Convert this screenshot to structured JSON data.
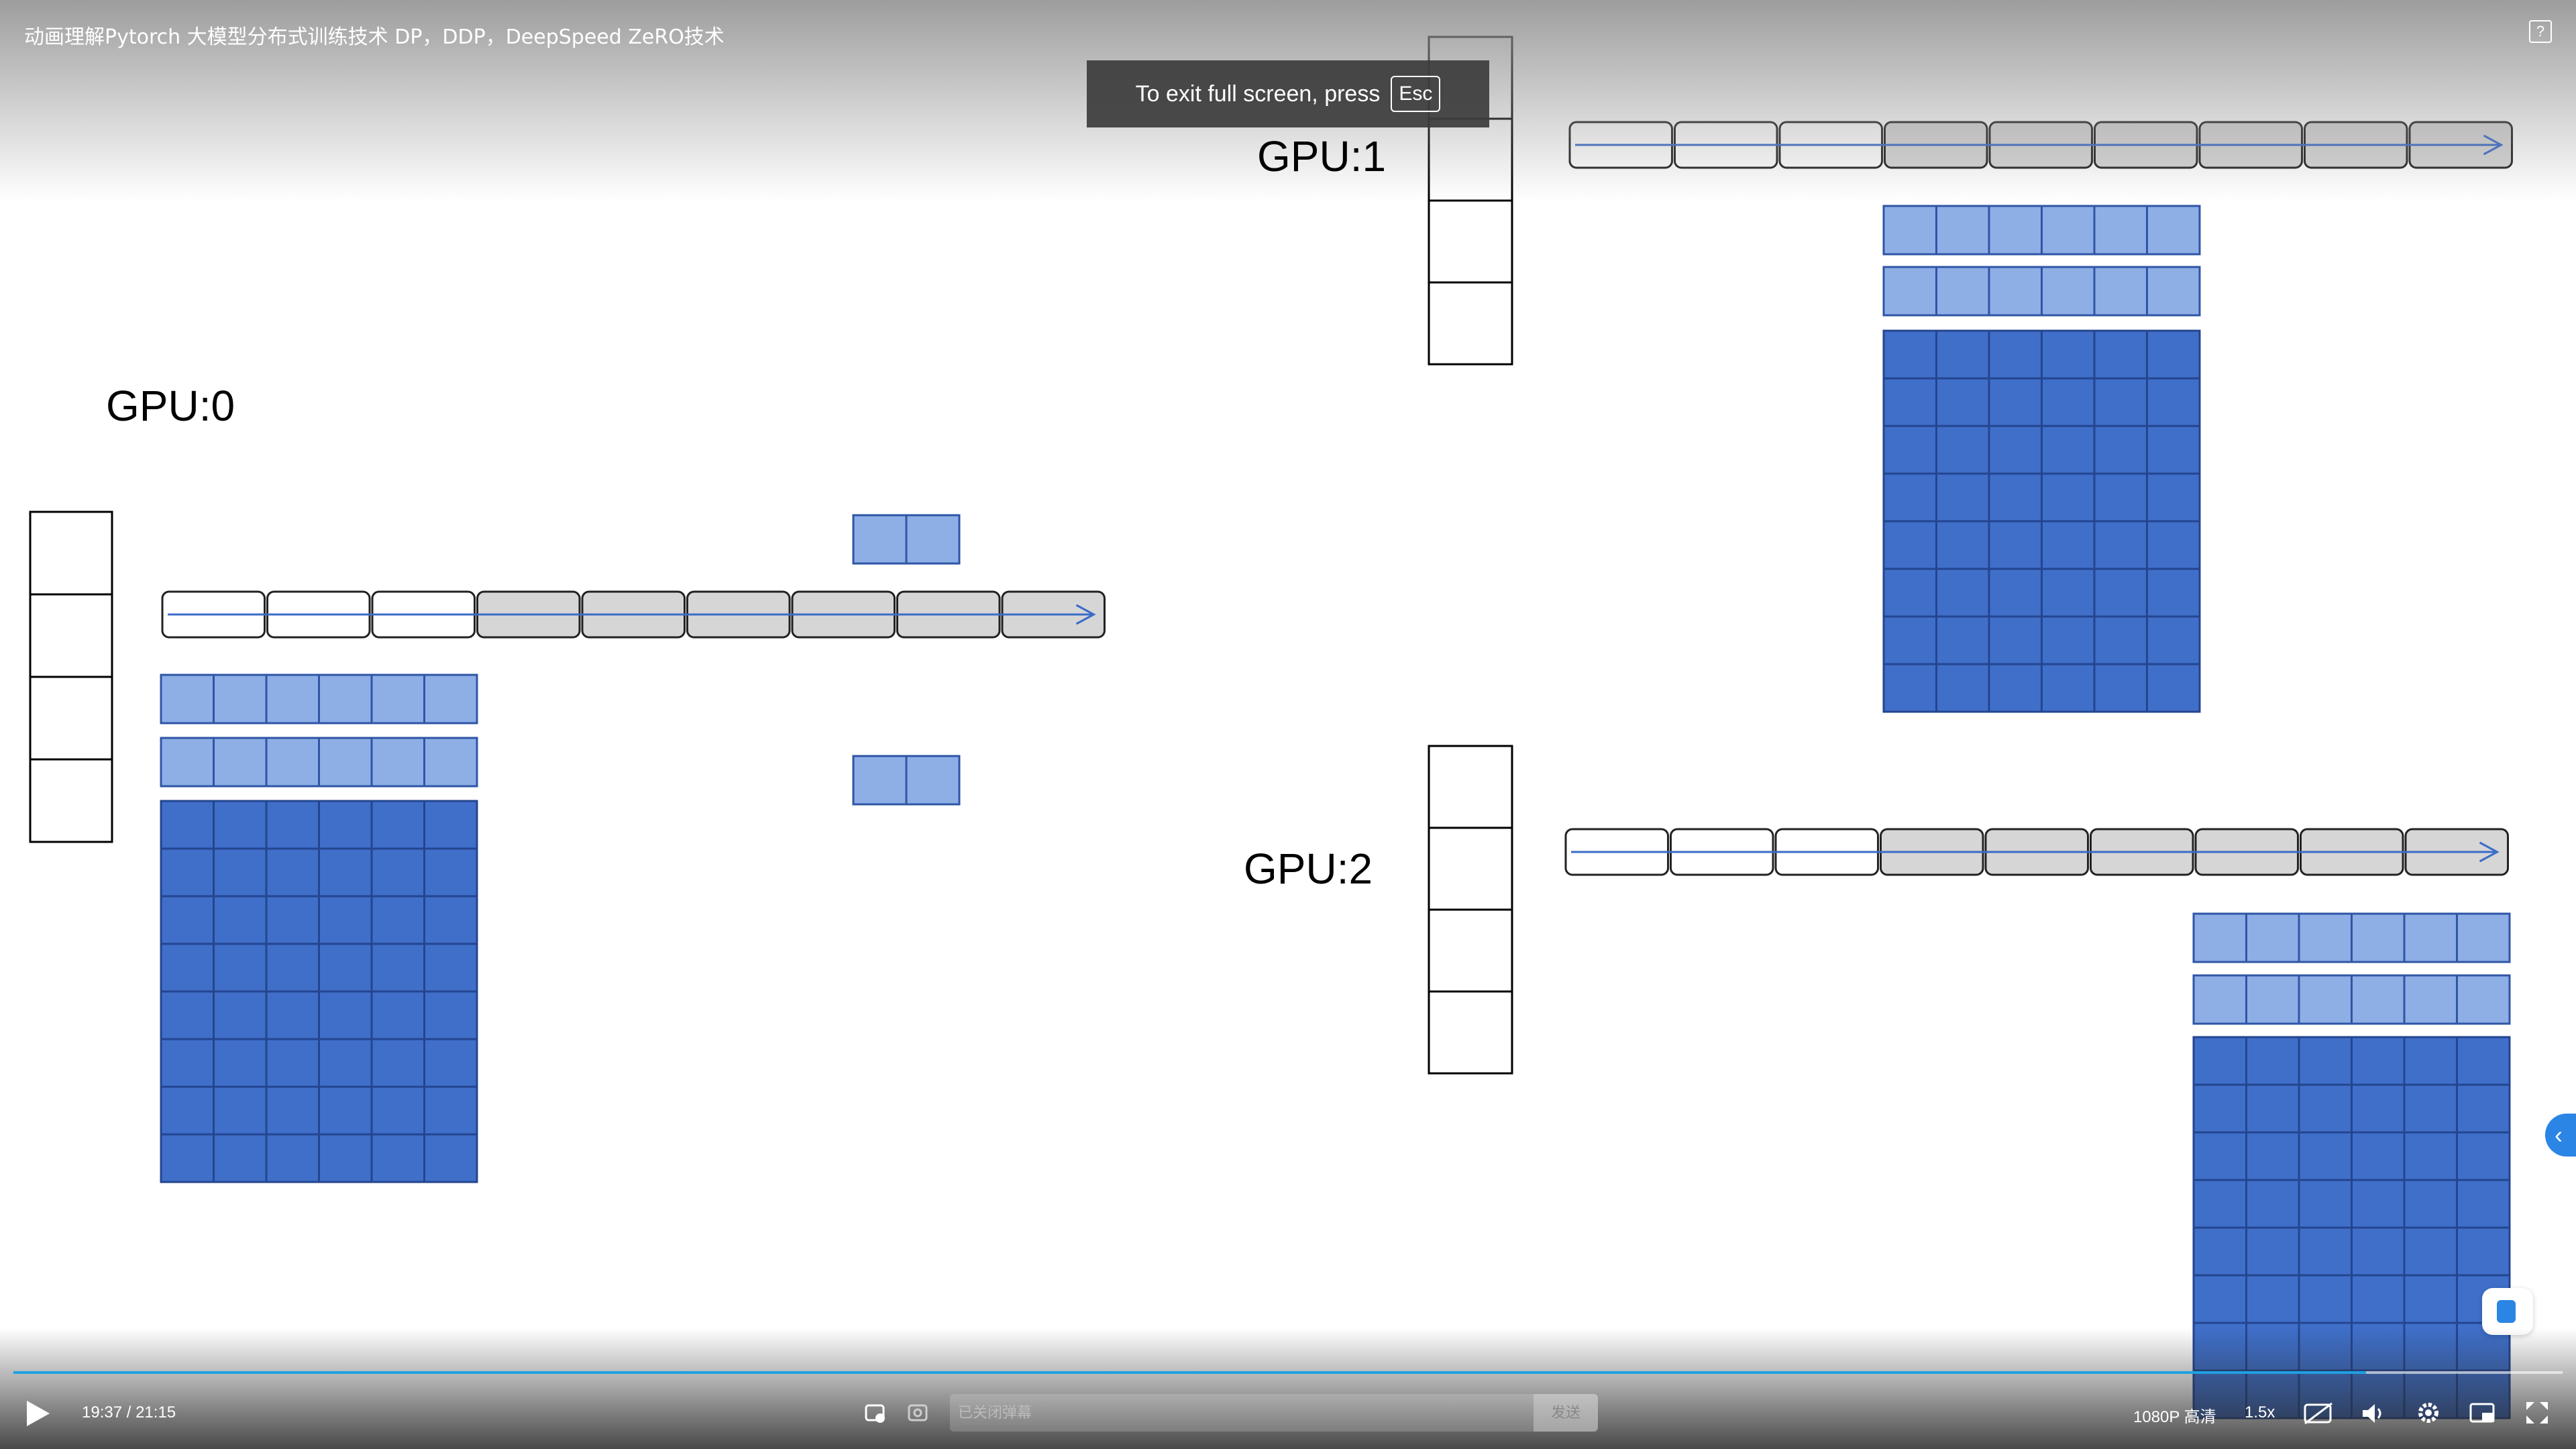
{
  "video": {
    "title": "动画理解Pytorch 大模型分布式训练技术 DP，DDP，DeepSpeed ZeRO技术"
  },
  "fullscreen_toast": {
    "text": "To exit full screen, press",
    "key": "Esc"
  },
  "gpus": [
    {
      "label": "GPU:0"
    },
    {
      "label": "GPU:1"
    },
    {
      "label": "GPU:2"
    }
  ],
  "diagram": {
    "colors": {
      "light_blue": "#8eaee6",
      "dark_blue": "#3f6fc9",
      "grey_segment": "#d6d6d6",
      "arrow": "#3a6cc8"
    },
    "pipeline_segments_white": 3,
    "pipeline_segments_grey": 6,
    "weight_grid_columns": 6,
    "weight_grid_rows": 8,
    "vertical_box_cells": 4
  },
  "player": {
    "time_current": "19:37",
    "time_total": "21:15",
    "progress_fraction": 0.923,
    "danmaku_placeholder": "已关闭弹幕",
    "send_label": "发送",
    "quality_label": "1080P 高清",
    "speed_label": "1.5x"
  },
  "icons": {
    "play": "play-icon",
    "danmaku_toggle": "danmaku-toggle-icon",
    "danmaku_settings": "danmaku-settings-icon",
    "subtitle": "subtitle-off-icon",
    "volume": "volume-icon",
    "settings": "gear-icon",
    "pip": "picture-in-picture-icon",
    "fullscreen": "fullscreen-icon"
  }
}
